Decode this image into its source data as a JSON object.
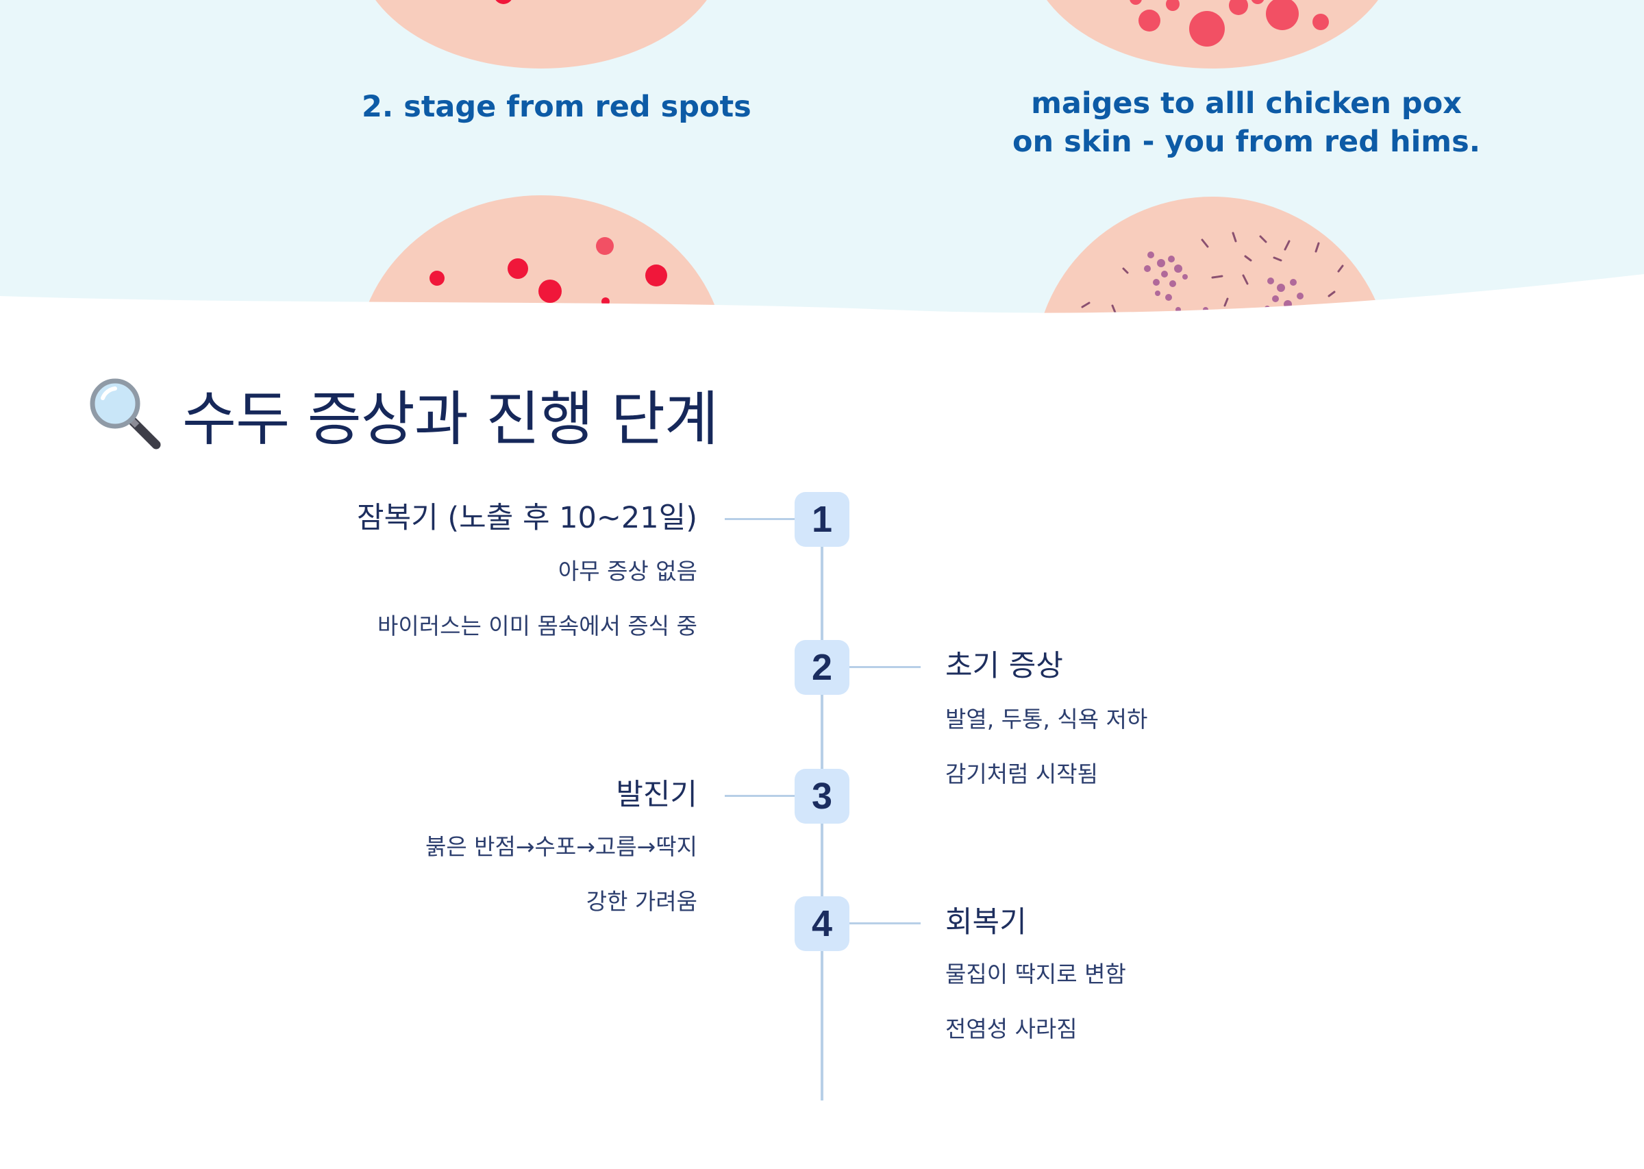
{
  "hero": {
    "caption_left": "2. stage from red spots",
    "caption_right_line1": "maiges to alll chicken pox",
    "caption_right_line2": "on skin - you from red hims.",
    "colors": {
      "background": "#e9f7fa",
      "skin": "#f8cdbd",
      "spot": "#f0173a",
      "caption": "#0d5ba6"
    }
  },
  "heading": {
    "icon": "magnifying-glass-icon",
    "title": "수두 증상과 진행 단계"
  },
  "timeline": {
    "stages": [
      {
        "number": "1",
        "title": "잠복기 (노출 후 10~21일)",
        "details": [
          "아무 증상 없음",
          "바이러스는 이미 몸속에서 증식 중"
        ]
      },
      {
        "number": "2",
        "title": "초기 증상",
        "details": [
          "발열, 두통, 식욕 저하",
          "감기처럼 시작됨"
        ]
      },
      {
        "number": "3",
        "title": "발진기",
        "details": [
          "붉은 반점→수포→고름→딱지",
          "강한 가려움"
        ]
      },
      {
        "number": "4",
        "title": "회복기",
        "details": [
          "물집이 딱지로 변함",
          "전염성 사라짐"
        ]
      }
    ],
    "colors": {
      "line": "#b7cfe7",
      "badge": "#d3e6fb",
      "text": "#1d2e5e"
    }
  }
}
